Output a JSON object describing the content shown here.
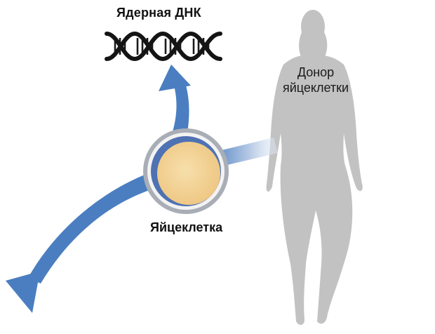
{
  "labels": {
    "nuclear_dna": "Ядерная ДНК",
    "donor_line1": "Донор",
    "donor_line2": "яйцеклетки",
    "egg": "Яйцеклетка"
  },
  "icons": [
    "dna-double-helix-icon",
    "woman-silhouette",
    "egg-cell"
  ],
  "colors": {
    "arrow_blue": "#4a7ec0",
    "silhouette_gray": "#c2c2c2",
    "egg_rim": "#a9aeb6",
    "egg_membrane": "#4f72b3",
    "egg_cytoplasm": "#f4d597"
  }
}
